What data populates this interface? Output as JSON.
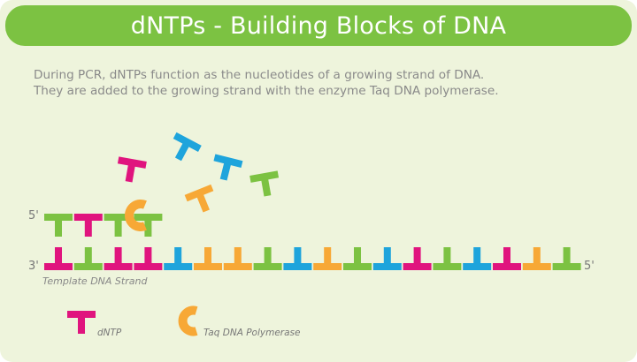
{
  "title": "dNTPs - Building Blocks of DNA",
  "description": {
    "line1": "During PCR, dNTPs function as the nucleotides of a growing strand of DNA.",
    "line2": "They are added to the growing strand with the enzyme Taq DNA polymerase."
  },
  "strand": {
    "top_left_label": "5'",
    "bottom_left_label": "3'",
    "bottom_right_label": "5'",
    "caption": "Template DNA Strand"
  },
  "legend": {
    "dntp_label": "dNTP",
    "polymerase_label": "Taq DNA Polymerase"
  },
  "colors": {
    "banner": "#7cc242",
    "background": "#eef4dc",
    "green": "#7cc242",
    "magenta": "#e0147e",
    "blue": "#1ea4dc",
    "orange": "#f7a836"
  },
  "template_strand_colors": [
    "magenta",
    "green",
    "magenta",
    "magenta",
    "blue",
    "orange",
    "orange",
    "green",
    "blue",
    "orange",
    "green",
    "blue",
    "magenta",
    "green",
    "blue",
    "magenta",
    "orange",
    "green"
  ],
  "growing_strand_colors": [
    "green",
    "magenta",
    "green",
    "green"
  ],
  "free_dntps": [
    "magenta",
    "blue",
    "blue",
    "green",
    "orange"
  ],
  "icons": {
    "nucleotide": "t-shape-icon",
    "polymerase": "c-shape-icon"
  }
}
